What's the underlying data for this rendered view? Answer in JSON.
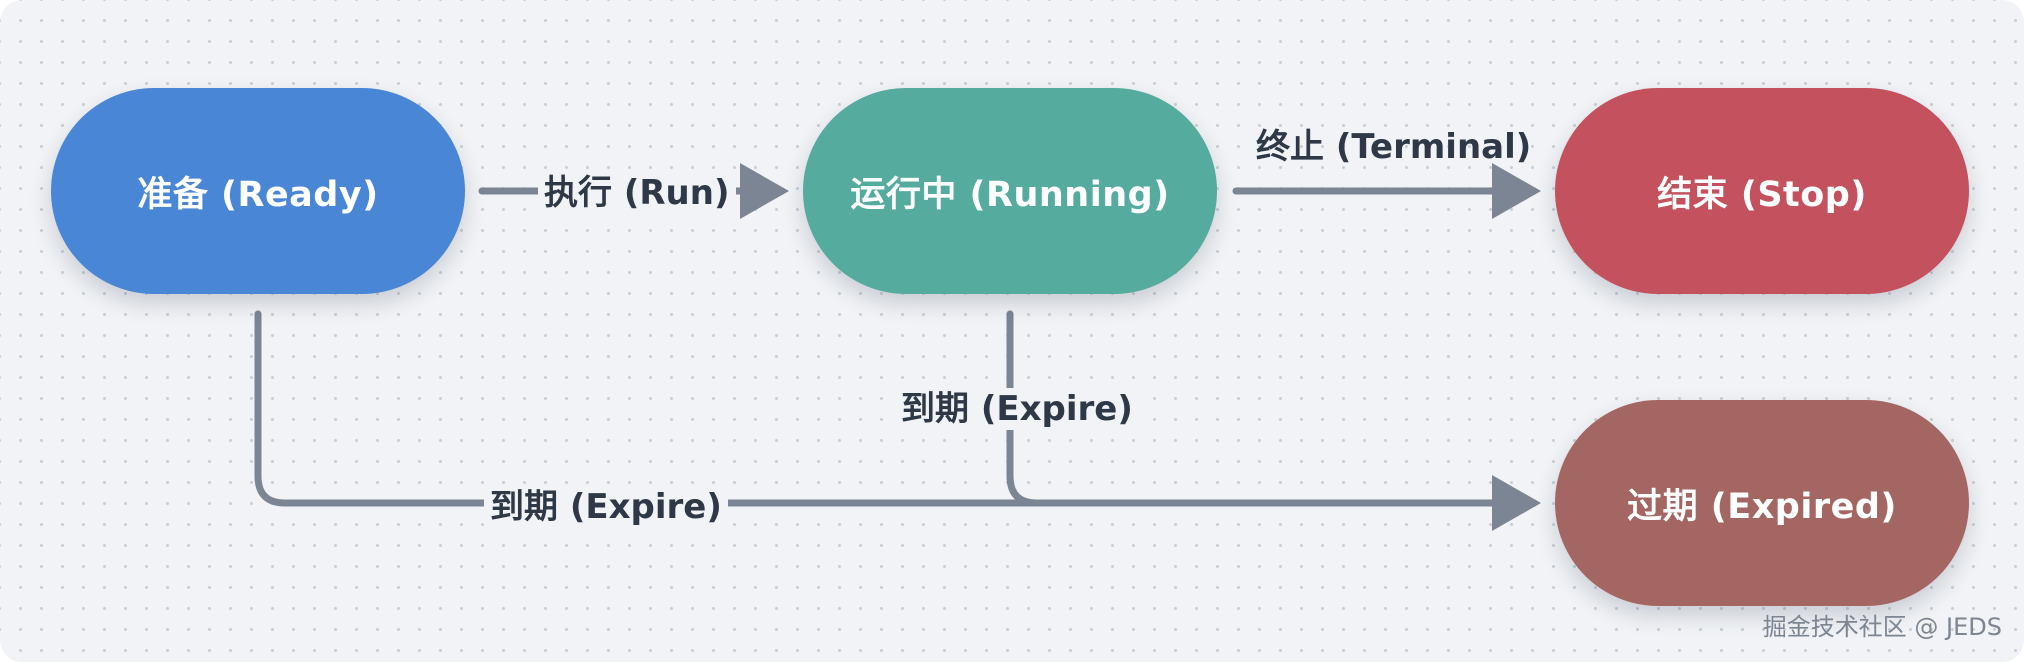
{
  "nodes": {
    "ready": "准备 (Ready)",
    "running": "运行中 (Running)",
    "stop": "结束 (Stop)",
    "expired": "过期 (Expired)"
  },
  "edges": {
    "run": "执行 (Run)",
    "terminal": "终止 (Terminal)",
    "expire_running": "到期 (Expire)",
    "expire_ready": "到期 (Expire)"
  },
  "colors": {
    "ready": "#4a86d6",
    "running": "#55ab9d",
    "stop": "#c3515e",
    "expired": "#a36662",
    "edge": "#7b8593"
  },
  "watermark": "掘金技术社区 @ JEDS"
}
